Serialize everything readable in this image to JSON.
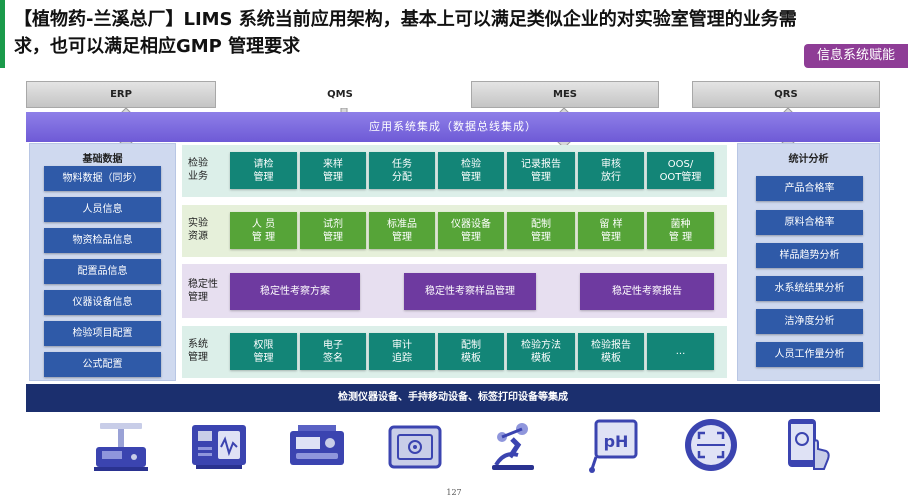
{
  "header": {
    "title": "【植物药-兰溪总厂】LIMS 系统当前应用架构，基本上可以满足类似企业的对实验室管理的业务需求，也可以满足相应GMP 管理要求",
    "badge": "信息系统赋能"
  },
  "systems": [
    "ERP",
    "QMS",
    "MES",
    "QRS"
  ],
  "integration": "应用系统集成（数据总线集成）",
  "left_panel": {
    "title": "基础数据",
    "items": [
      "物料数据（同步）",
      "人员信息",
      "物资检品信息",
      "配置品信息",
      "仪器设备信息",
      "检验项目配置",
      "公式配置"
    ]
  },
  "right_panel": {
    "title": "统计分析",
    "items": [
      "产品合格率",
      "原料合格率",
      "样品趋势分析",
      "水系统结果分析",
      "洁净度分析",
      "人员工作量分析"
    ]
  },
  "rows": [
    {
      "label": "检验\n业务",
      "cells": [
        "请检\n管理",
        "来样\n管理",
        "任务\n分配",
        "检验\n管理",
        "记录报告\n管理",
        "审核\n放行",
        "OOS/\nOOT管理"
      ]
    },
    {
      "label": "实验\n资源",
      "cells": [
        "人 员\n管 理",
        "试剂\n管理",
        "标准品\n管理",
        "仪器设备\n管理",
        "配制\n管理",
        "留 样\n管理",
        "菌种\n管 理"
      ]
    },
    {
      "label": "稳定性\n管理",
      "cells": [
        "稳定性考察方案",
        "稳定性考察样品管理",
        "稳定性考察报告"
      ]
    },
    {
      "label": "系统\n管理",
      "cells": [
        "权限\n管理",
        "电子\n签名",
        "审计\n追踪",
        "配制\n模板",
        "检验方法\n模板",
        "检验报告\n模板",
        "..."
      ]
    }
  ],
  "bottom": "检测仪器设备、手持移动设备、标签打印设备等集成",
  "devices": [
    "balance-icon",
    "instrument-icon",
    "analyzer-icon",
    "safe-icon",
    "microscope-icon",
    "ph-meter-icon",
    "scanner-icon",
    "mobile-touch-icon"
  ],
  "page_number": "127",
  "colors": {
    "teal": "#138577",
    "green": "#56a438",
    "purple": "#6e3aa0",
    "navy": "#1b2f6e",
    "blue": "#2f5aa8",
    "accent": "#8e3d96"
  }
}
